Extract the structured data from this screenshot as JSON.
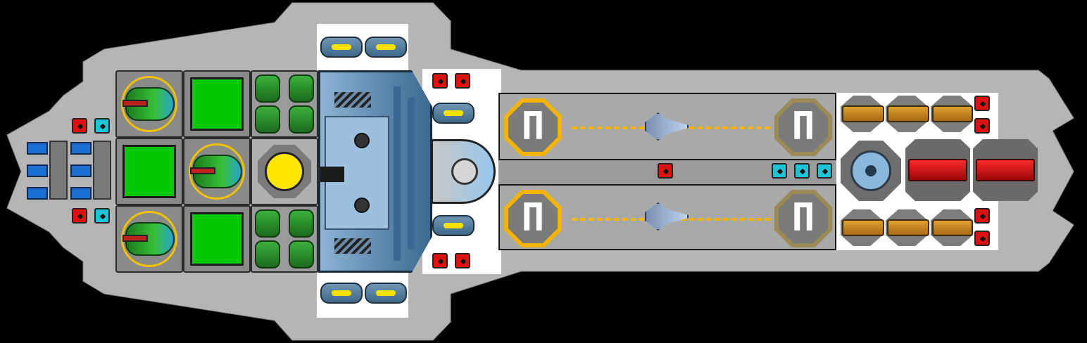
{
  "game": {
    "screen": "ship-layout",
    "hangars": [
      {
        "left_pad_glyph": "Π",
        "right_pad_glyph": "Π"
      },
      {
        "left_pad_glyph": "Π",
        "right_pad_glyph": "Π"
      }
    ],
    "colors": {
      "hull": "#b5b5b5",
      "bay": "#ffffff",
      "oxygen_room": "#00c800",
      "reactor": "#ffe600",
      "pad_ring": "#f2b400",
      "hangar_floor": "#a9a9a9",
      "indicator_red": "#e01010",
      "indicator_cyan": "#18c6d6",
      "engine_blue": "#5a86ac"
    },
    "icons": [
      "thruster-icon",
      "shield-drone-icon",
      "oxygen-room-icon",
      "reactor-icon",
      "engine-core-icon",
      "missile-icon",
      "fighter-icon",
      "cannon-icon",
      "red-laser-icon",
      "radar-core-icon",
      "indicator-red-icon",
      "indicator-cyan-icon"
    ]
  }
}
